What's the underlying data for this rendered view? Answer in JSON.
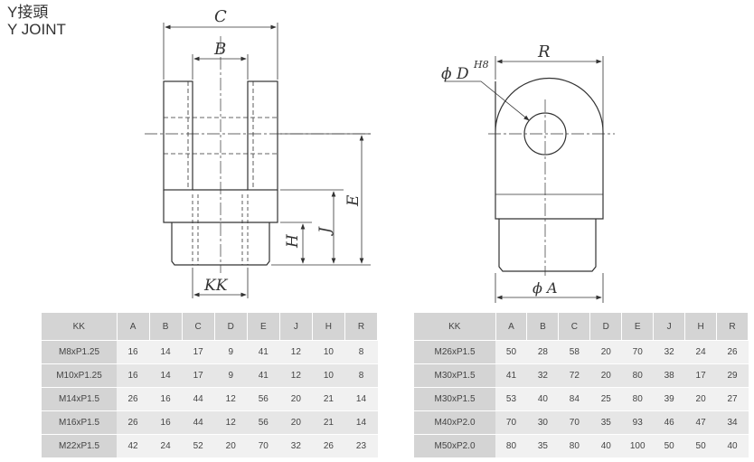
{
  "header": {
    "title_cn": "Y接頭",
    "title_en": "Y JOINT"
  },
  "dimension_labels": {
    "C": "C",
    "B": "B",
    "KK": "KK",
    "E": "E",
    "J": "J",
    "H": "H",
    "R": "R",
    "D": "ϕ D",
    "H8": "H8",
    "A": "ϕ A"
  },
  "tables": [
    {
      "columns": [
        "KK",
        "A",
        "B",
        "C",
        "D",
        "E",
        "J",
        "H",
        "R"
      ],
      "rows": [
        [
          "M8xP1.25",
          "16",
          "14",
          "17",
          "9",
          "41",
          "12",
          "10",
          "8"
        ],
        [
          "M10xP1.25",
          "16",
          "14",
          "17",
          "9",
          "41",
          "12",
          "10",
          "8"
        ],
        [
          "M14xP1.5",
          "26",
          "16",
          "44",
          "12",
          "56",
          "20",
          "21",
          "14"
        ],
        [
          "M16xP1.5",
          "26",
          "16",
          "44",
          "12",
          "56",
          "20",
          "21",
          "14"
        ],
        [
          "M22xP1.5",
          "42",
          "24",
          "52",
          "20",
          "70",
          "32",
          "26",
          "23"
        ]
      ]
    },
    {
      "columns": [
        "KK",
        "A",
        "B",
        "C",
        "D",
        "E",
        "J",
        "H",
        "R"
      ],
      "rows": [
        [
          "M26xP1.5",
          "50",
          "28",
          "58",
          "20",
          "70",
          "32",
          "24",
          "26"
        ],
        [
          "M30xP1.5",
          "41",
          "32",
          "72",
          "20",
          "80",
          "38",
          "17",
          "29"
        ],
        [
          "M30xP1.5",
          "53",
          "40",
          "84",
          "25",
          "80",
          "39",
          "20",
          "27"
        ],
        [
          "M40xP2.0",
          "70",
          "30",
          "70",
          "35",
          "93",
          "46",
          "47",
          "34"
        ],
        [
          "M50xP2.0",
          "80",
          "35",
          "80",
          "40",
          "100",
          "50",
          "50",
          "40"
        ]
      ]
    }
  ]
}
